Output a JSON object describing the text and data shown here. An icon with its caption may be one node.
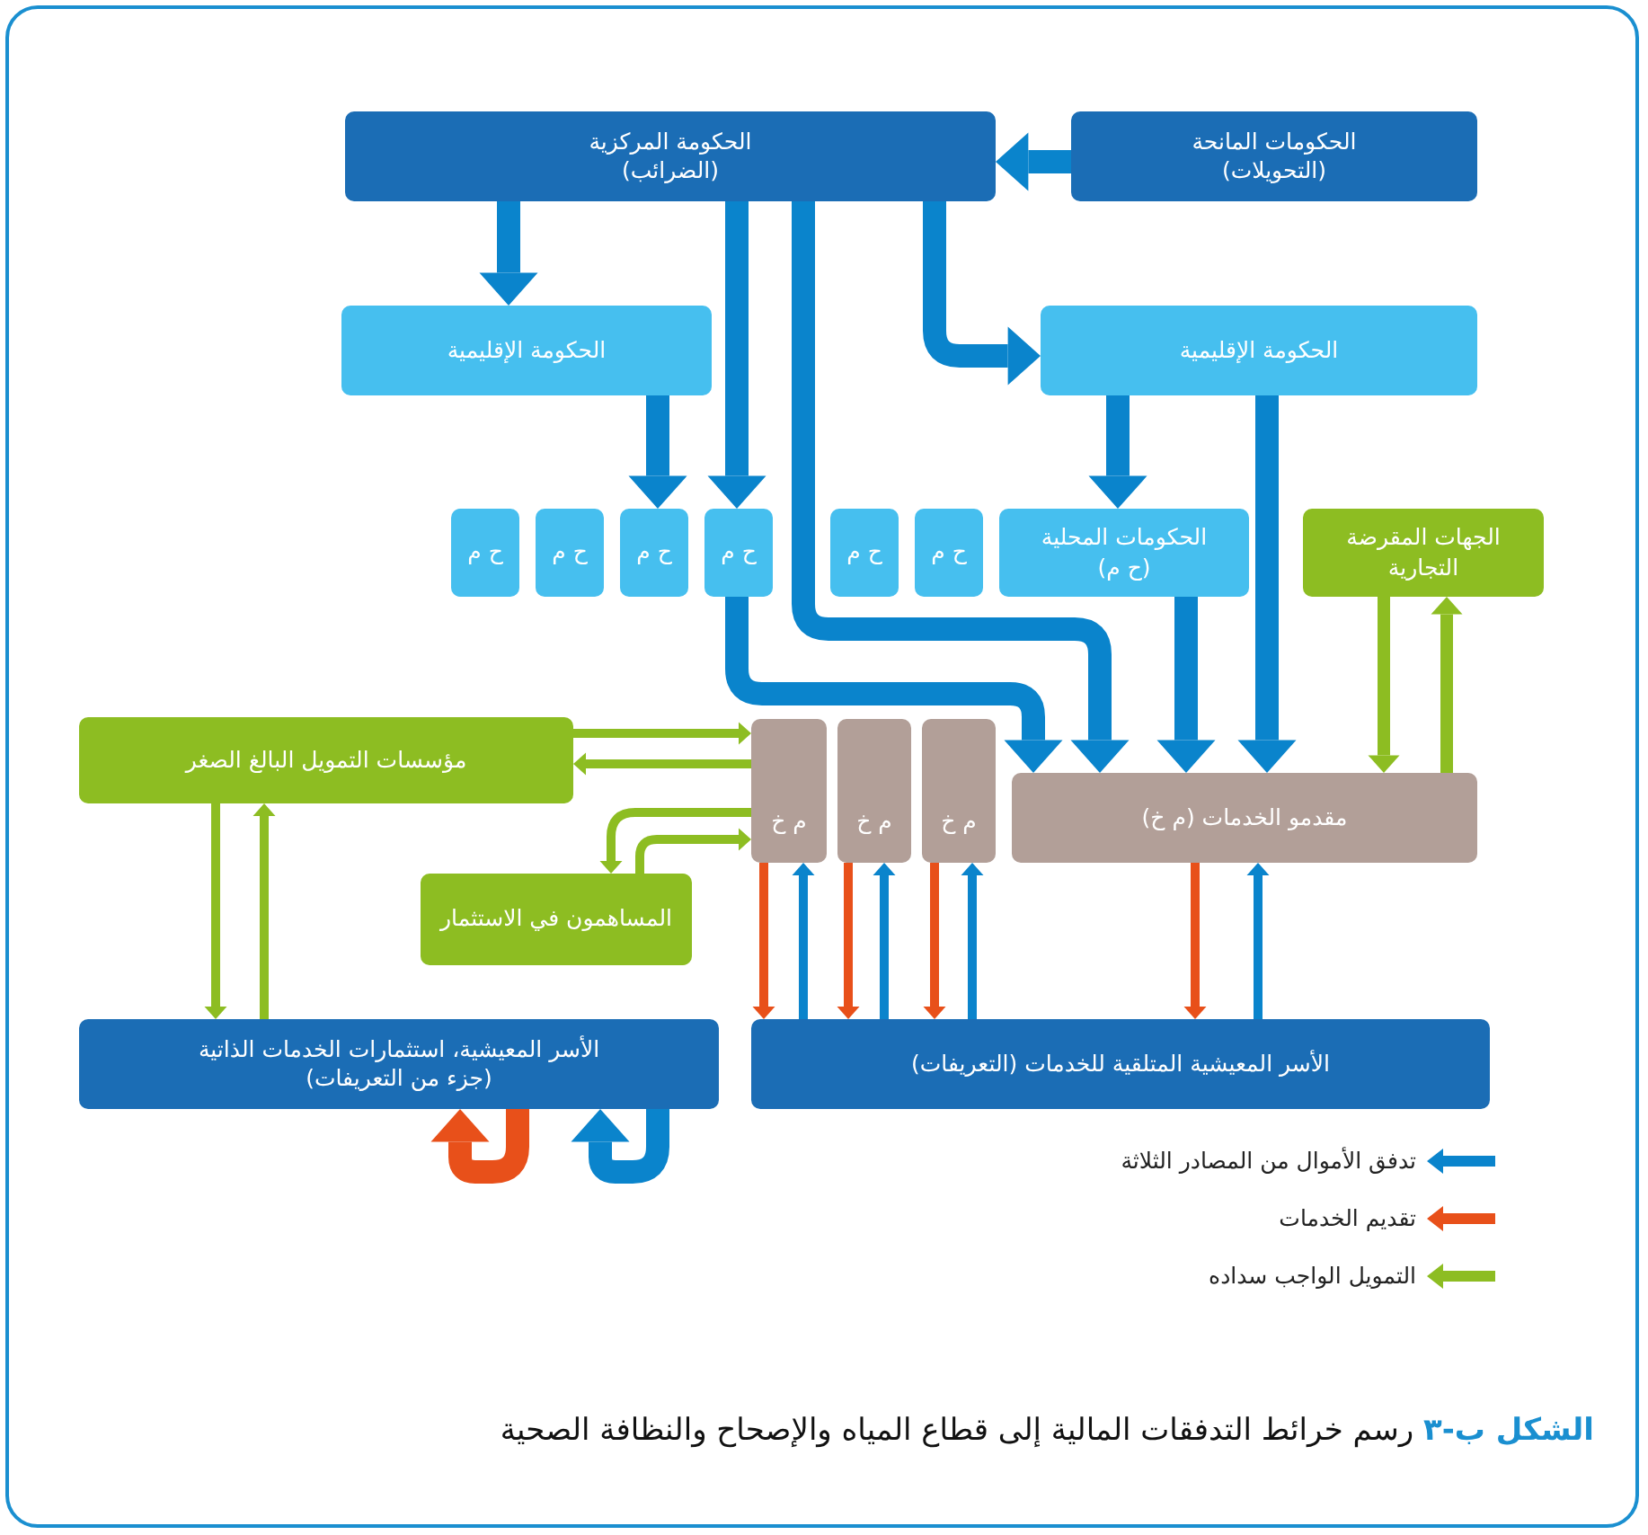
{
  "diagram": {
    "caption": "**الشكل ب-٣** رسم خرائط التدفقات المالية إلى قطاع المياه والإصحاح والنظافة الصحية",
    "nodes": [
      {
        "text": [
          "الحكومة المركزية (الضرائب)"
        ]
      },
      {
        "text": [
          "الحكومات المانحة (التحويلات)"
        ]
      },
      {
        "text": [
          "الحكومة الإقليمية"
        ]
      },
      {
        "text": [
          "الحكومة الإقليمية"
        ]
      },
      {
        "text": [
          "ح م"
        ]
      },
      {
        "text": [
          "ح م"
        ]
      },
      {
        "text": [
          "ح م"
        ]
      },
      {
        "text": [
          "ح م"
        ]
      },
      {
        "text": [
          "ح م"
        ]
      },
      {
        "text": [
          "ح م"
        ]
      },
      {
        "text": [
          "الحكومات المحلية",
          "(ح م)"
        ]
      },
      {
        "text": [
          "الجهات المقرضة التجارية"
        ]
      },
      {
        "text": [
          "مؤسسات التمويل البالغ الصغر"
        ]
      },
      {
        "text": [
          "م خ"
        ]
      },
      {
        "text": [
          "م خ"
        ]
      },
      {
        "text": [
          "م خ"
        ]
      },
      {
        "text": [
          "مقدمو الخدمات (م خ)"
        ]
      },
      {
        "text": [
          "المساهمون في الاستثمار"
        ]
      },
      {
        "text": [
          "الأسر المعيشية، استثمارات الخدمات الذاتية (جزء من التعريفات)"
        ]
      },
      {
        "text": [
          "الأسر المعيشية المتلقية للخدمات (التعريفات)"
        ]
      }
    ],
    "edges": [
      {
        "from": 1,
        "to": 0,
        "arrow": "to",
        "style": "thick"
      },
      {
        "from": 0,
        "to": 2,
        "arrow": "to",
        "style": "thick"
      },
      {
        "from": 0,
        "to": 7,
        "arrow": "to",
        "style": "thick"
      },
      {
        "from": 2,
        "to": 6,
        "arrow": "to",
        "style": "thick"
      },
      {
        "from": 0,
        "to": 16,
        "arrow": "to",
        "style": "thick"
      },
      {
        "from": 0,
        "to": 3,
        "arrow": "to",
        "style": "thick"
      },
      {
        "from": 3,
        "to": 10,
        "arrow": "to",
        "style": "thick"
      },
      {
        "from": 3,
        "to": 16,
        "arrow": "to",
        "style": "thick"
      },
      {
        "from": 7,
        "to": 16,
        "arrow": "to",
        "style": "thick"
      },
      {
        "from": 10,
        "to": 16,
        "arrow": "to",
        "style": "thick"
      },
      {
        "from": 16,
        "to": 11,
        "arrow": "to",
        "color": "#8dbd22"
      },
      {
        "from": 11,
        "to": 16,
        "arrow": "to",
        "color": "#8dbd22"
      },
      {
        "from": 12,
        "to": 13,
        "arrow": "to",
        "color": "#8dbd22"
      },
      {
        "from": 13,
        "to": 12,
        "arrow": "to",
        "color": "#8dbd22"
      },
      {
        "from": 13,
        "to": 17,
        "arrow": "to",
        "color": "#8dbd22"
      },
      {
        "from": 17,
        "to": 13,
        "arrow": "to",
        "color": "#8dbd22"
      },
      {
        "from": 12,
        "to": 18,
        "arrow": "to",
        "color": "#8dbd22"
      },
      {
        "from": 18,
        "to": 12,
        "arrow": "to",
        "color": "#8dbd22"
      },
      {
        "from": 13,
        "to": 19,
        "arrow": "to",
        "color": "#e8501a"
      },
      {
        "from": 19,
        "to": 13,
        "arrow": "to"
      },
      {
        "from": 14,
        "to": 19,
        "arrow": "to",
        "color": "#e8501a"
      },
      {
        "from": 19,
        "to": 14,
        "arrow": "to"
      },
      {
        "from": 15,
        "to": 19,
        "arrow": "to",
        "color": "#e8501a"
      },
      {
        "from": 19,
        "to": 15,
        "arrow": "to"
      },
      {
        "from": 16,
        "to": 19,
        "arrow": "to",
        "color": "#e8501a"
      },
      {
        "from": 19,
        "to": 16,
        "arrow": "to"
      },
      {
        "from": 18,
        "to": 18,
        "arrow": "to",
        "color": "#e8501a",
        "style": "thick"
      },
      {
        "from": 18,
        "to": 18,
        "arrow": "to",
        "style": "thick"
      }
    ],
    "legend": [
      {
        "text": "تدفق الأموال من المصادر الثلاثة",
        "color": "#0a84cc"
      },
      {
        "text": "تقديم الخدمات",
        "color": "#e8501a"
      },
      {
        "text": "التمويل الواجب سداده",
        "color": "#8dbd22"
      }
    ]
  }
}
